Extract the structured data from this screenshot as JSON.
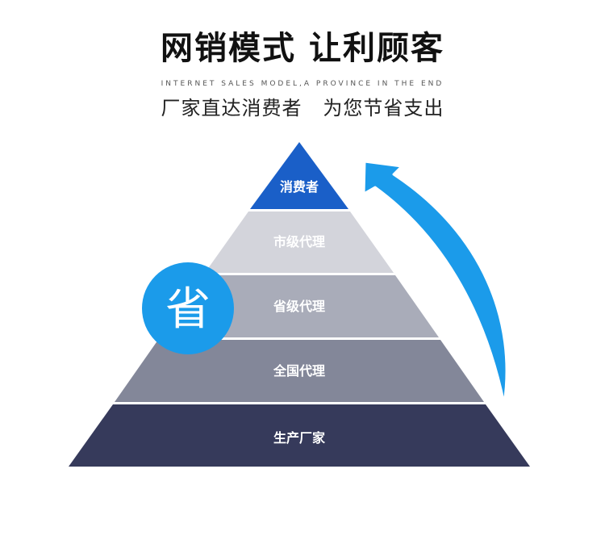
{
  "header": {
    "title": "网销模式 让利顾客",
    "subtitle_en": "INTERNET SALES MODEL,A PROVINCE IN THE END",
    "tagline": "厂家直达消费者   为您节省支出"
  },
  "pyramid": {
    "tiers": [
      {
        "label": "消费者",
        "color": "#1a5fc8"
      },
      {
        "label": "市级代理",
        "color": "#d3d4db"
      },
      {
        "label": "省级代理",
        "color": "#a9acb9"
      },
      {
        "label": "全国代理",
        "color": "#838799"
      },
      {
        "label": "生产厂家",
        "color": "#363a5b"
      }
    ],
    "badge": {
      "text": "省",
      "color": "#1b9bea"
    },
    "arrow": {
      "color": "#1b9bea"
    }
  }
}
